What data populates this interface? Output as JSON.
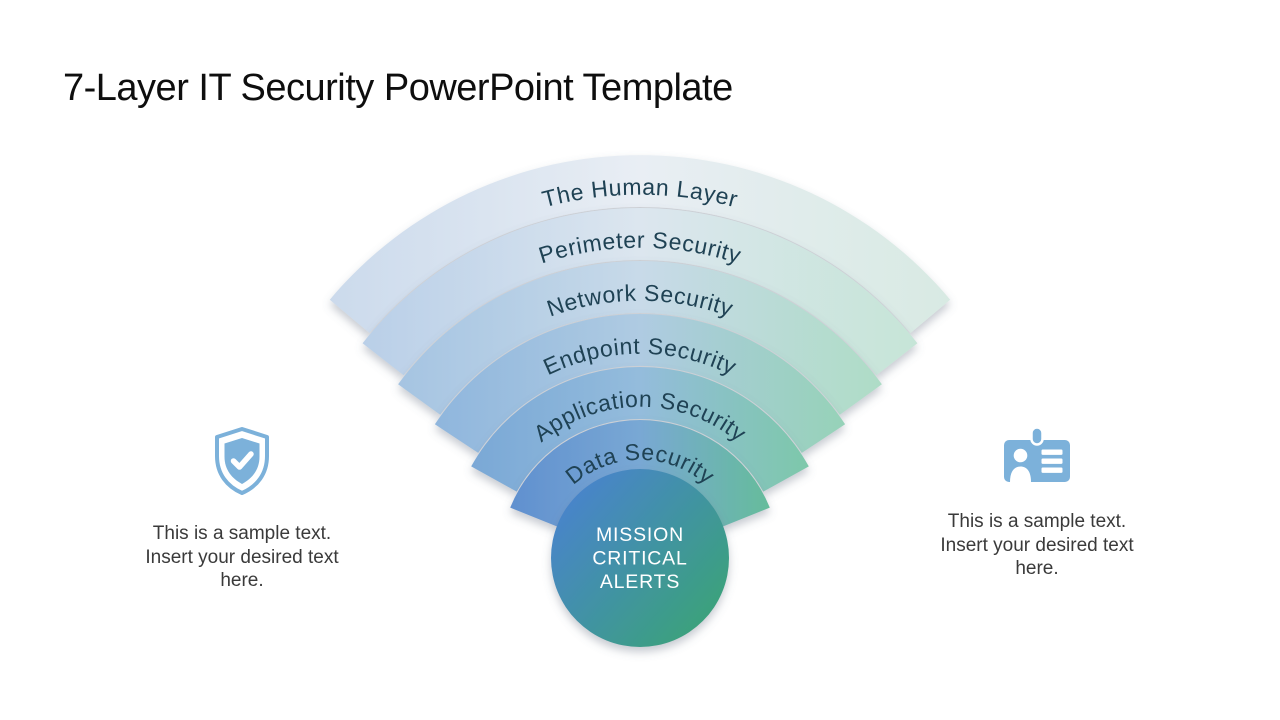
{
  "slide": {
    "title": "7-Layer IT Security PowerPoint Template",
    "background_color": "#ffffff"
  },
  "funnel": {
    "label_color": "#1f4254",
    "layers": [
      {
        "label": "The Human Layer",
        "left": "#cbdaec",
        "mid": "#e9eef4",
        "right": "#d8eae3"
      },
      {
        "label": "Perimeter Security",
        "left": "#b9cfe8",
        "mid": "#dce6ef",
        "right": "#c6e5d7"
      },
      {
        "label": "Network Security",
        "left": "#a5c4e2",
        "mid": "#c8dae9",
        "right": "#aedcc6"
      },
      {
        "label": "Endpoint Security",
        "left": "#8fb6dd",
        "mid": "#afcbe2",
        "right": "#96d2b8"
      },
      {
        "label": "Application Security",
        "left": "#7aa8d6",
        "mid": "#94bcdc",
        "right": "#7dc8aa"
      },
      {
        "label": "Data Security",
        "left": "#6090cf",
        "mid": "#79a8d4",
        "right": "#65bc9b"
      }
    ],
    "center": {
      "lines": [
        "MISSION",
        "CRITICAL",
        "ALERTS"
      ],
      "color_from": "#4a7fd8",
      "color_to": "#3aa475",
      "text_color": "#ffffff"
    }
  },
  "left_callout": {
    "icon": "shield-check-icon",
    "icon_color": "#7cb1da",
    "lines": [
      "This is a sample text.",
      "Insert your desired text",
      "here."
    ]
  },
  "right_callout": {
    "icon": "id-badge-icon",
    "icon_color": "#7cb1da",
    "lines": [
      "This is a sample text.",
      "Insert your desired text",
      "here."
    ]
  }
}
